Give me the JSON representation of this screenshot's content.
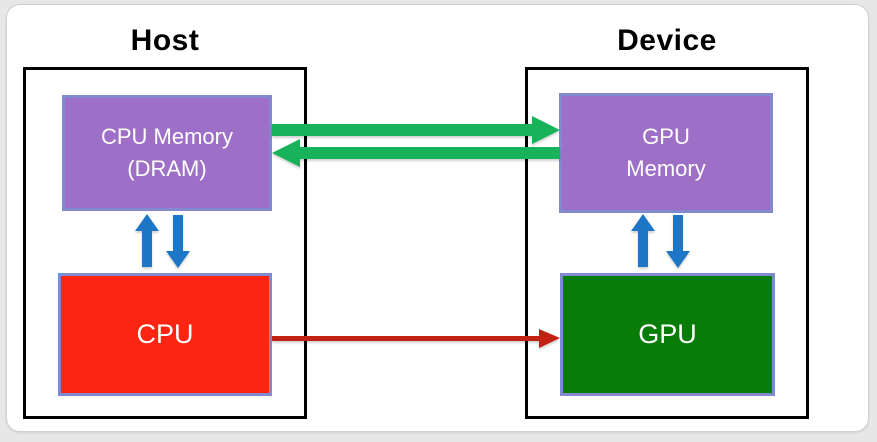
{
  "host": {
    "title": "Host",
    "memory_box": {
      "line1": "CPU Memory",
      "line2": "(DRAM)"
    },
    "cpu_box": {
      "label": "CPU"
    }
  },
  "device": {
    "title": "Device",
    "memory_box": {
      "line1": "GPU",
      "line2": "Memory"
    },
    "gpu_box": {
      "label": "GPU"
    }
  },
  "colors": {
    "page_background": "#e7e7e7",
    "card_background": "#ffffff",
    "card_border": "#d2d2d2",
    "frame_border": "#000000",
    "box_border": "#8289cf",
    "memory_fill": "#9d6fc6",
    "cpu_fill": "#fc2511",
    "gpu_fill": "#077d07",
    "arrow_green": "#17b259",
    "arrow_blue": "#1d76c6",
    "arrow_red": "#c32113",
    "title_color": "#000000",
    "box_text": "#ffffff"
  }
}
